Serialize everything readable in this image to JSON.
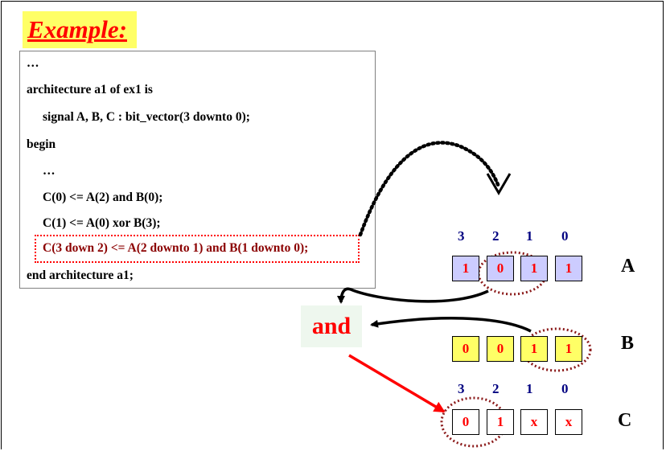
{
  "title": "Example:",
  "code": {
    "lines": [
      "…",
      "architecture  a1 of ex1 is",
      "signal   A, B, C : bit_vector(3 downto 0);",
      "begin",
      "…",
      "C(0) <= A(2) and B(0);",
      "C(1) <= A(0) xor B(3);",
      "C(3 down 2) <= A(2 downto 1) and B(1 downto 0);",
      "end architecture a1;"
    ]
  },
  "vectors": {
    "indices_top": [
      "3",
      "2",
      "1",
      "0"
    ],
    "indices_c": [
      "3",
      "2",
      "1",
      "0"
    ],
    "A": {
      "label": "A",
      "bits": [
        "1",
        "0",
        "1",
        "1"
      ]
    },
    "B": {
      "label": "B",
      "bits": [
        "0",
        "0",
        "1",
        "1"
      ]
    },
    "C": {
      "label": "C",
      "bits": [
        "0",
        "1",
        "x",
        "x"
      ]
    }
  },
  "operator": "and",
  "colors": {
    "accent_red": "#ff0000",
    "dark_red": "#8b0000",
    "index_blue": "#000080",
    "cell_purple": "#ccccff",
    "cell_yellow": "#ffff66",
    "title_bg": "#ffff66"
  }
}
